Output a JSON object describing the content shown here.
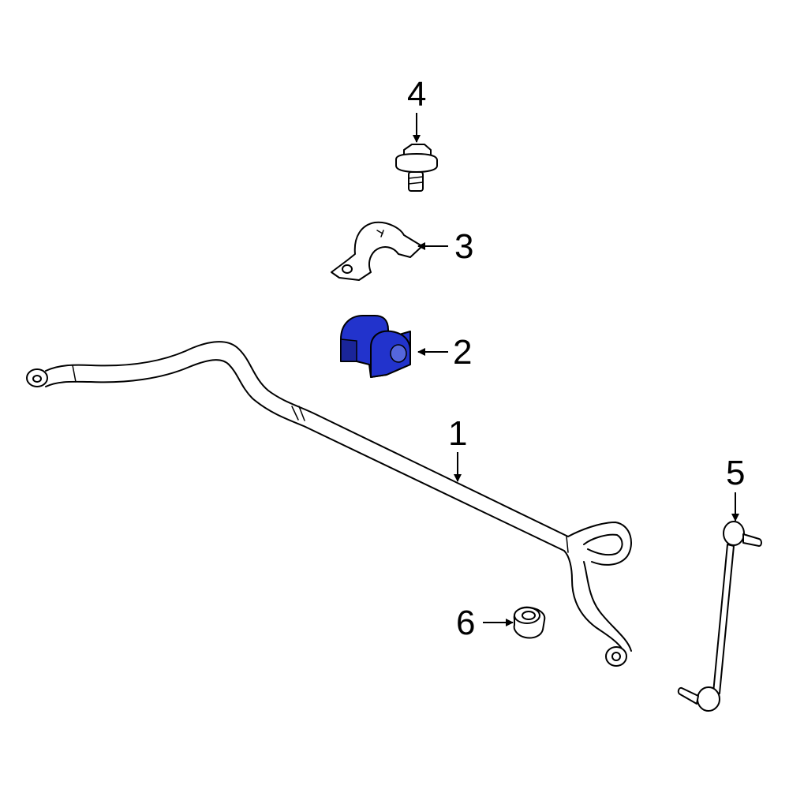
{
  "callouts": [
    {
      "id": "1",
      "label": "1"
    },
    {
      "id": "2",
      "label": "2"
    },
    {
      "id": "3",
      "label": "3"
    },
    {
      "id": "4",
      "label": "4"
    },
    {
      "id": "5",
      "label": "5"
    },
    {
      "id": "6",
      "label": "6"
    }
  ],
  "colors": {
    "highlight": "#2233cc",
    "line": "#000000",
    "background": "#ffffff"
  }
}
